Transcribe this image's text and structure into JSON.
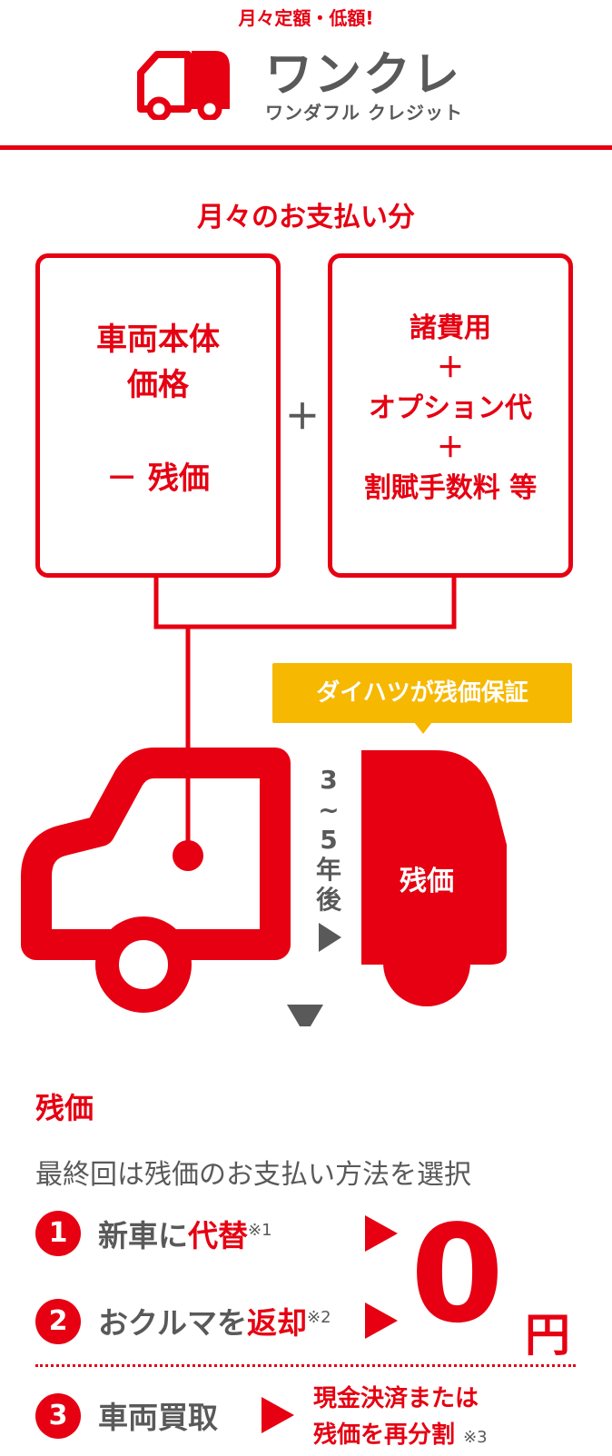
{
  "header": {
    "tagline": "月々定額・低額!",
    "brand": "ワンクレ",
    "brand_sub": "ワンダフル クレジット"
  },
  "monthly": {
    "title": "月々のお支払い分",
    "left_box": [
      "車両本体",
      "価格",
      "－ 残価"
    ],
    "plus": "＋",
    "right_box": [
      "諸費用",
      "＋",
      "オプション代",
      "＋",
      "割賦手数料 等"
    ]
  },
  "guarantee": "ダイハツが残価保証",
  "years": [
    "3",
    "~",
    "5",
    "年",
    "後"
  ],
  "residual_car_label": "残価",
  "residual": {
    "title": "残価",
    "description": "最終回は残価のお支払い方法を選択",
    "options": [
      {
        "num": "1",
        "plain": "新車に",
        "highlight": "代替",
        "note": "※1"
      },
      {
        "num": "2",
        "plain": "おクルマを",
        "highlight": "返却",
        "note": "※2"
      },
      {
        "num": "3",
        "plain": "車両買取",
        "highlight": "",
        "note": ""
      }
    ],
    "zero_value": "0",
    "yen": "円",
    "option3_result_line1": "現金決済または",
    "option3_result_line2": "残価を再分割",
    "option3_note": "※3"
  },
  "colors": {
    "accent": "#e60012",
    "text": "#595959",
    "badge": "#f6b800"
  },
  "icons": [
    "truck-icon",
    "arrow-right-icon",
    "arrow-down-icon"
  ]
}
